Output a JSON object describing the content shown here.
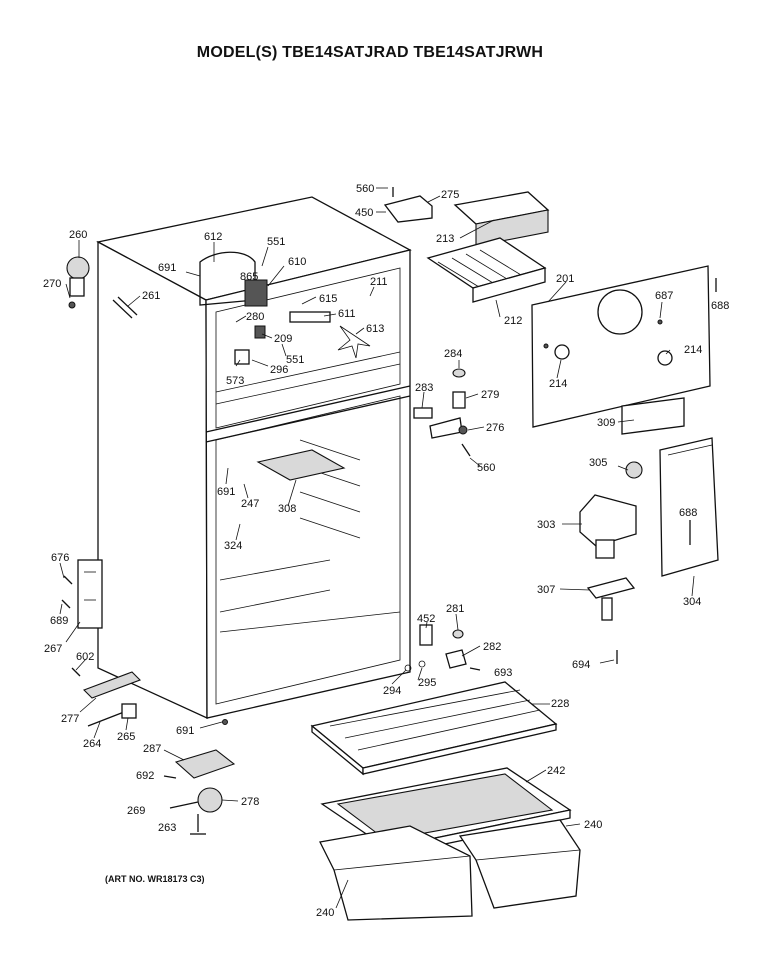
{
  "header": {
    "title": "MODEL(S) TBE14SATJRAD  TBE14SATJRWH"
  },
  "footer": {
    "art_number": "(ART NO. WR18173 C3)"
  },
  "callouts": [
    {
      "id": "c560a",
      "text": "560"
    },
    {
      "id": "c275",
      "text": "275"
    },
    {
      "id": "c450",
      "text": "450"
    },
    {
      "id": "c213",
      "text": "213"
    },
    {
      "id": "c260",
      "text": "260"
    },
    {
      "id": "c612",
      "text": "612"
    },
    {
      "id": "c551a",
      "text": "551"
    },
    {
      "id": "c691a",
      "text": "691"
    },
    {
      "id": "c865",
      "text": "865"
    },
    {
      "id": "c610",
      "text": "610"
    },
    {
      "id": "c211",
      "text": "211"
    },
    {
      "id": "c201",
      "text": "201"
    },
    {
      "id": "c270",
      "text": "270"
    },
    {
      "id": "c261",
      "text": "261"
    },
    {
      "id": "c615",
      "text": "615"
    },
    {
      "id": "c212",
      "text": "212"
    },
    {
      "id": "c687",
      "text": "687"
    },
    {
      "id": "c688a",
      "text": "688"
    },
    {
      "id": "c611",
      "text": "611"
    },
    {
      "id": "c280",
      "text": "280"
    },
    {
      "id": "c613",
      "text": "613"
    },
    {
      "id": "c209",
      "text": "209"
    },
    {
      "id": "c551b",
      "text": "551"
    },
    {
      "id": "c573",
      "text": "573"
    },
    {
      "id": "c296",
      "text": "296"
    },
    {
      "id": "c284",
      "text": "284"
    },
    {
      "id": "c214a",
      "text": "214"
    },
    {
      "id": "c214b",
      "text": "214"
    },
    {
      "id": "c283",
      "text": "283"
    },
    {
      "id": "c279",
      "text": "279"
    },
    {
      "id": "c309",
      "text": "309"
    },
    {
      "id": "c276",
      "text": "276"
    },
    {
      "id": "c560b",
      "text": "560"
    },
    {
      "id": "c305",
      "text": "305"
    },
    {
      "id": "c691b",
      "text": "691"
    },
    {
      "id": "c247",
      "text": "247"
    },
    {
      "id": "c308",
      "text": "308"
    },
    {
      "id": "c303",
      "text": "303"
    },
    {
      "id": "c688b",
      "text": "688"
    },
    {
      "id": "c324",
      "text": "324"
    },
    {
      "id": "c676",
      "text": "676"
    },
    {
      "id": "c307",
      "text": "307"
    },
    {
      "id": "c304",
      "text": "304"
    },
    {
      "id": "c689",
      "text": "689"
    },
    {
      "id": "c452",
      "text": "452"
    },
    {
      "id": "c281",
      "text": "281"
    },
    {
      "id": "c282",
      "text": "282"
    },
    {
      "id": "c267",
      "text": "267"
    },
    {
      "id": "c602",
      "text": "602"
    },
    {
      "id": "c693",
      "text": "693"
    },
    {
      "id": "c694",
      "text": "694"
    },
    {
      "id": "c294",
      "text": "294"
    },
    {
      "id": "c295",
      "text": "295"
    },
    {
      "id": "c228",
      "text": "228"
    },
    {
      "id": "c277",
      "text": "277"
    },
    {
      "id": "c691c",
      "text": "691"
    },
    {
      "id": "c264",
      "text": "264"
    },
    {
      "id": "c265",
      "text": "265"
    },
    {
      "id": "c287",
      "text": "287"
    },
    {
      "id": "c242",
      "text": "242"
    },
    {
      "id": "c692",
      "text": "692"
    },
    {
      "id": "c278",
      "text": "278"
    },
    {
      "id": "c269",
      "text": "269"
    },
    {
      "id": "c263",
      "text": "263"
    },
    {
      "id": "c240a",
      "text": "240"
    },
    {
      "id": "c240b",
      "text": "240"
    }
  ]
}
